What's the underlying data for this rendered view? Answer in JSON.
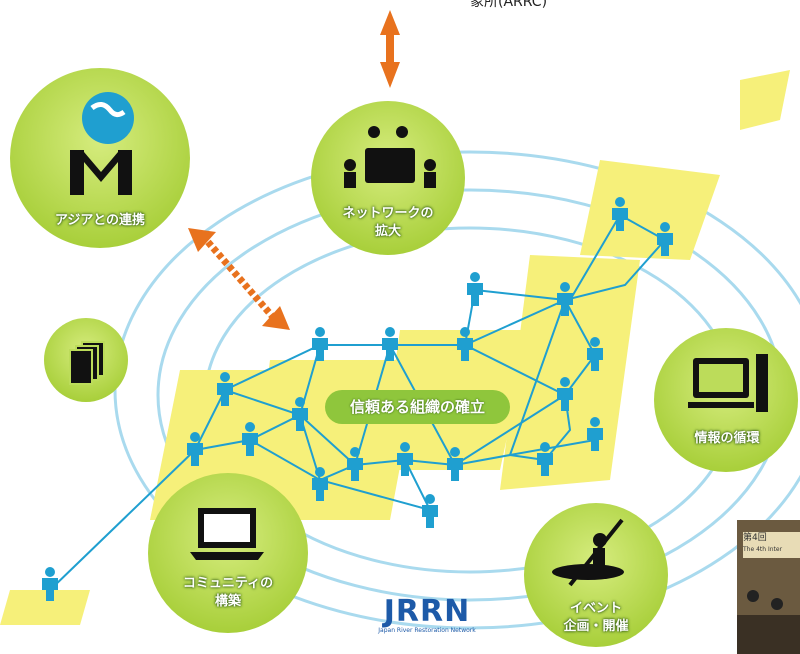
{
  "header_text": "象所(ARRC)",
  "bubbles": [
    {
      "key": "asia",
      "label_line1": "アジアとの連携",
      "label_line2": "",
      "icon": "handshake-globe-icon"
    },
    {
      "key": "network",
      "label_line1": "ネットワークの",
      "label_line2": "拡大",
      "icon": "meeting-table-icon"
    },
    {
      "key": "info",
      "label_line1": "情報の循環",
      "label_line2": "",
      "icon": "computer-icon"
    },
    {
      "key": "community",
      "label_line1": "コミュニティの",
      "label_line2": "構築",
      "icon": "laptop-icon"
    },
    {
      "key": "event",
      "label_line1": "イベント",
      "label_line2": "企画・開催",
      "icon": "canoe-icon"
    },
    {
      "key": "docs",
      "label_line1": "",
      "label_line2": "",
      "icon": "documents-icon"
    }
  ],
  "center_label": "信頼ある組織の確立",
  "logo": {
    "text": "JRRN",
    "subtitle": "Japan River Restoration Network"
  },
  "photo": {
    "caption": "第4回",
    "subcaption": "The 4th Inter"
  },
  "colors": {
    "bubble_green": "#bcdc5a",
    "ring_blue": "#9fd4ea",
    "network_blue": "#1f9fd0",
    "yellow": "#f6f07a",
    "arrow_orange": "#e8721e"
  }
}
